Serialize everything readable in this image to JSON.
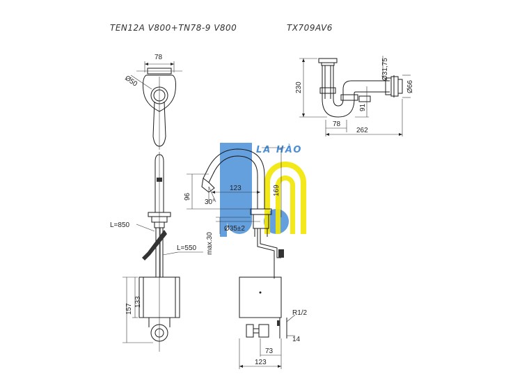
{
  "titles": {
    "left": "TEN12A V800+TN78-9 V800",
    "right": "TX709AV6"
  },
  "watermark": {
    "text": "LA HÀO",
    "color_blue": "#4a8fd8",
    "color_yellow": "#f2e600"
  },
  "trap": {
    "dim_width_small": "78",
    "dim_width_total": "262",
    "dim_height": "230",
    "dim_outlet_height": "91",
    "dim_pipe_dia": "Ø31,75",
    "dim_flange_dia": "Ø66"
  },
  "top_view": {
    "dim_width": "78",
    "dim_dia": "Ø50"
  },
  "side_view": {
    "cable_long": "L=850",
    "cable_short": "L=550",
    "dim_box_outer": "157",
    "dim_box_inner": "133"
  },
  "front_view": {
    "dim_spout_reach": "123",
    "dim_spout_height": "169",
    "dim_spout_drop": "96",
    "dim_angle": "30°",
    "dim_hole": "Ø35±2",
    "dim_deck_max": "max.30",
    "dim_thread": "R1/2",
    "dim_box_offset": "73",
    "dim_box_width": "123",
    "dim_inlet": "14"
  }
}
